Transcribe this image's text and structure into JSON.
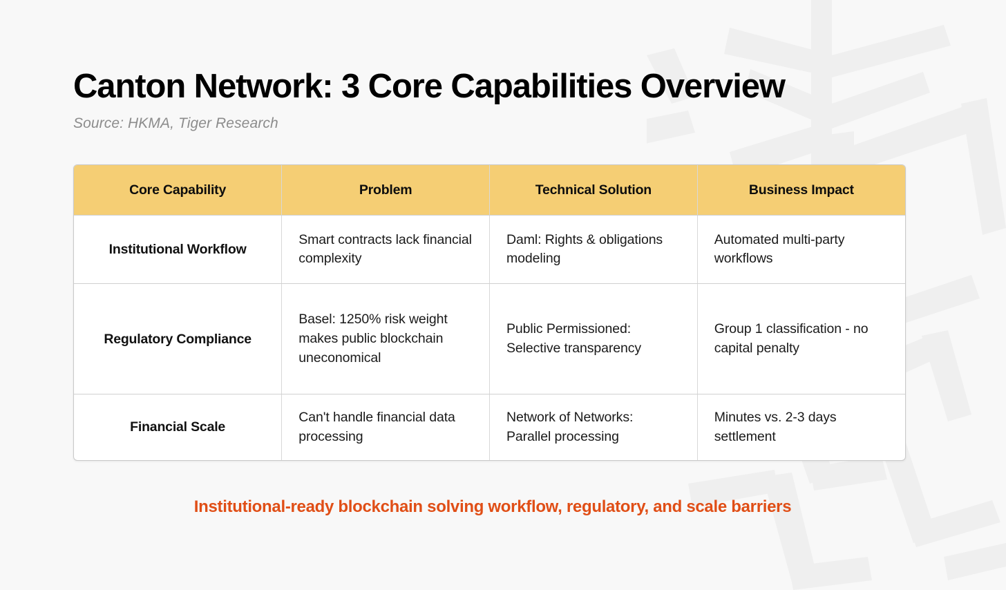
{
  "header": {
    "title": "Canton Network: 3 Core Capabilities Overview",
    "subtitle": "Source: HKMA, Tiger Research"
  },
  "footer": {
    "caption": "Institutional-ready blockchain solving workflow, regulatory, and scale barriers"
  },
  "colors": {
    "page_background": "#F8F8F8",
    "table_header_background": "#F5CE74",
    "table_border": "#D0D0D0",
    "table_outer_border": "#C9C9C9",
    "title_text": "#000000",
    "subtitle_text": "#8C8C8C",
    "body_text": "#1A1A1A",
    "footer_accent": "#E04E16",
    "watermark": "#EFEFEF"
  },
  "chart_data": {
    "type": "table",
    "title": "Canton Network: 3 Core Capabilities Overview",
    "subtitle": "Source: HKMA, Tiger Research",
    "columns": [
      "Core Capability",
      "Problem",
      "Technical Solution",
      "Business Impact"
    ],
    "rows": [
      {
        "capability": "Institutional Workflow",
        "problem": "Smart contracts lack financial complexity",
        "technical_solution": "Daml: Rights & obligations modeling",
        "business_impact": "Automated multi-party workflows"
      },
      {
        "capability": "Regulatory Compliance",
        "problem": "Basel: 1250% risk weight makes public blockchain uneconomical",
        "technical_solution": "Public Permissioned: Selective transparency",
        "business_impact": "Group 1 classification - no capital penalty"
      },
      {
        "capability": "Financial Scale",
        "problem": "Can't handle financial data processing",
        "technical_solution": "Network of Networks: Parallel processing",
        "business_impact": "Minutes vs. 2-3 days settlement"
      }
    ],
    "caption": "Institutional-ready blockchain solving workflow, regulatory, and scale barriers"
  }
}
